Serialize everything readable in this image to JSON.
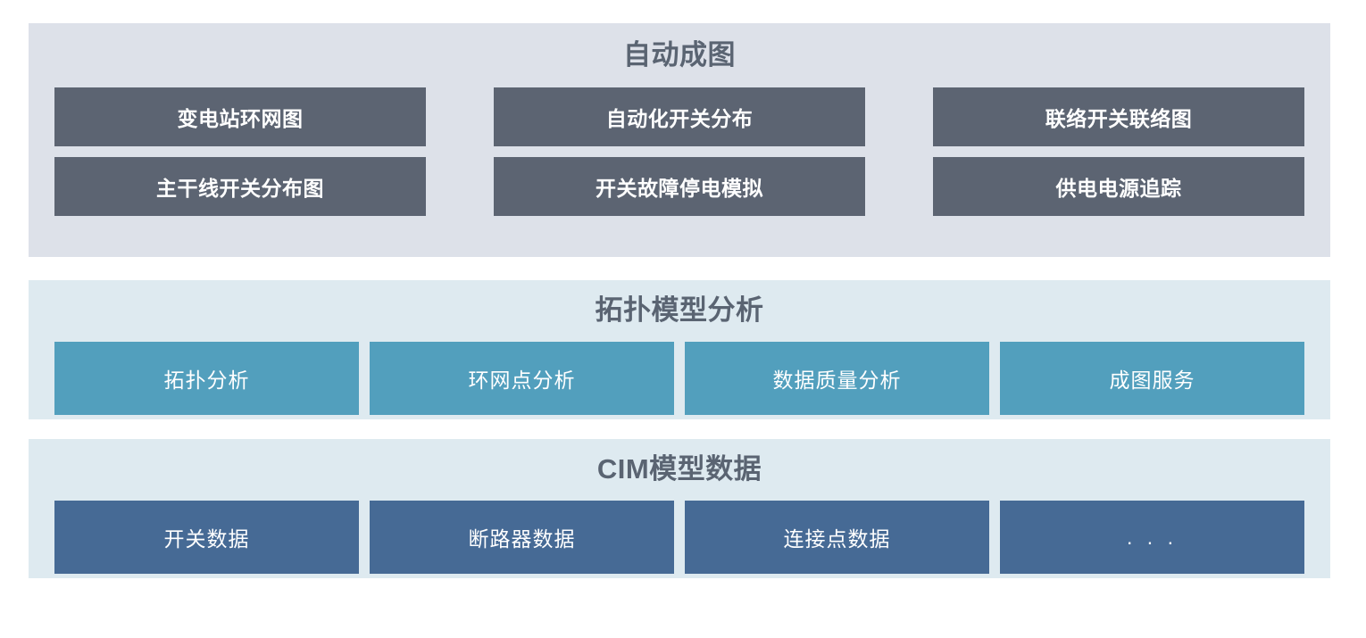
{
  "sections": [
    {
      "id": "auto-mapping",
      "title": "自动成图",
      "style": "slate",
      "rows": [
        [
          {
            "label": "变电站环网图"
          },
          {
            "label": "自动化开关分布"
          },
          {
            "label": "联络开关联络图"
          }
        ],
        [
          {
            "label": "主干线开关分布图"
          },
          {
            "label": "开关故障停电模拟"
          },
          {
            "label": "供电电源追踪"
          }
        ]
      ]
    },
    {
      "id": "topology-model-analysis",
      "title": "拓扑模型分析",
      "style": "teal",
      "rows": [
        [
          {
            "label": "拓扑分析"
          },
          {
            "label": "环网点分析"
          },
          {
            "label": "数据质量分析"
          },
          {
            "label": "成图服务"
          }
        ]
      ]
    },
    {
      "id": "cim-model-data",
      "title": "CIM模型数据",
      "style": "steel",
      "rows": [
        [
          {
            "label": "开关数据"
          },
          {
            "label": "断路器数据"
          },
          {
            "label": "连接点数据"
          },
          {
            "label": ". . ."
          }
        ]
      ]
    }
  ],
  "colors": {
    "page_background": "#ffffff",
    "panel_auto_background": "#dde1e9",
    "panel_topo_background": "#deeaf0",
    "panel_cim_background": "#deeaf0",
    "title_text": "#5a6472",
    "button_slate": "#5c6472",
    "button_teal": "#529fbd",
    "button_steel": "#466a95",
    "button_text": "#ffffff"
  }
}
